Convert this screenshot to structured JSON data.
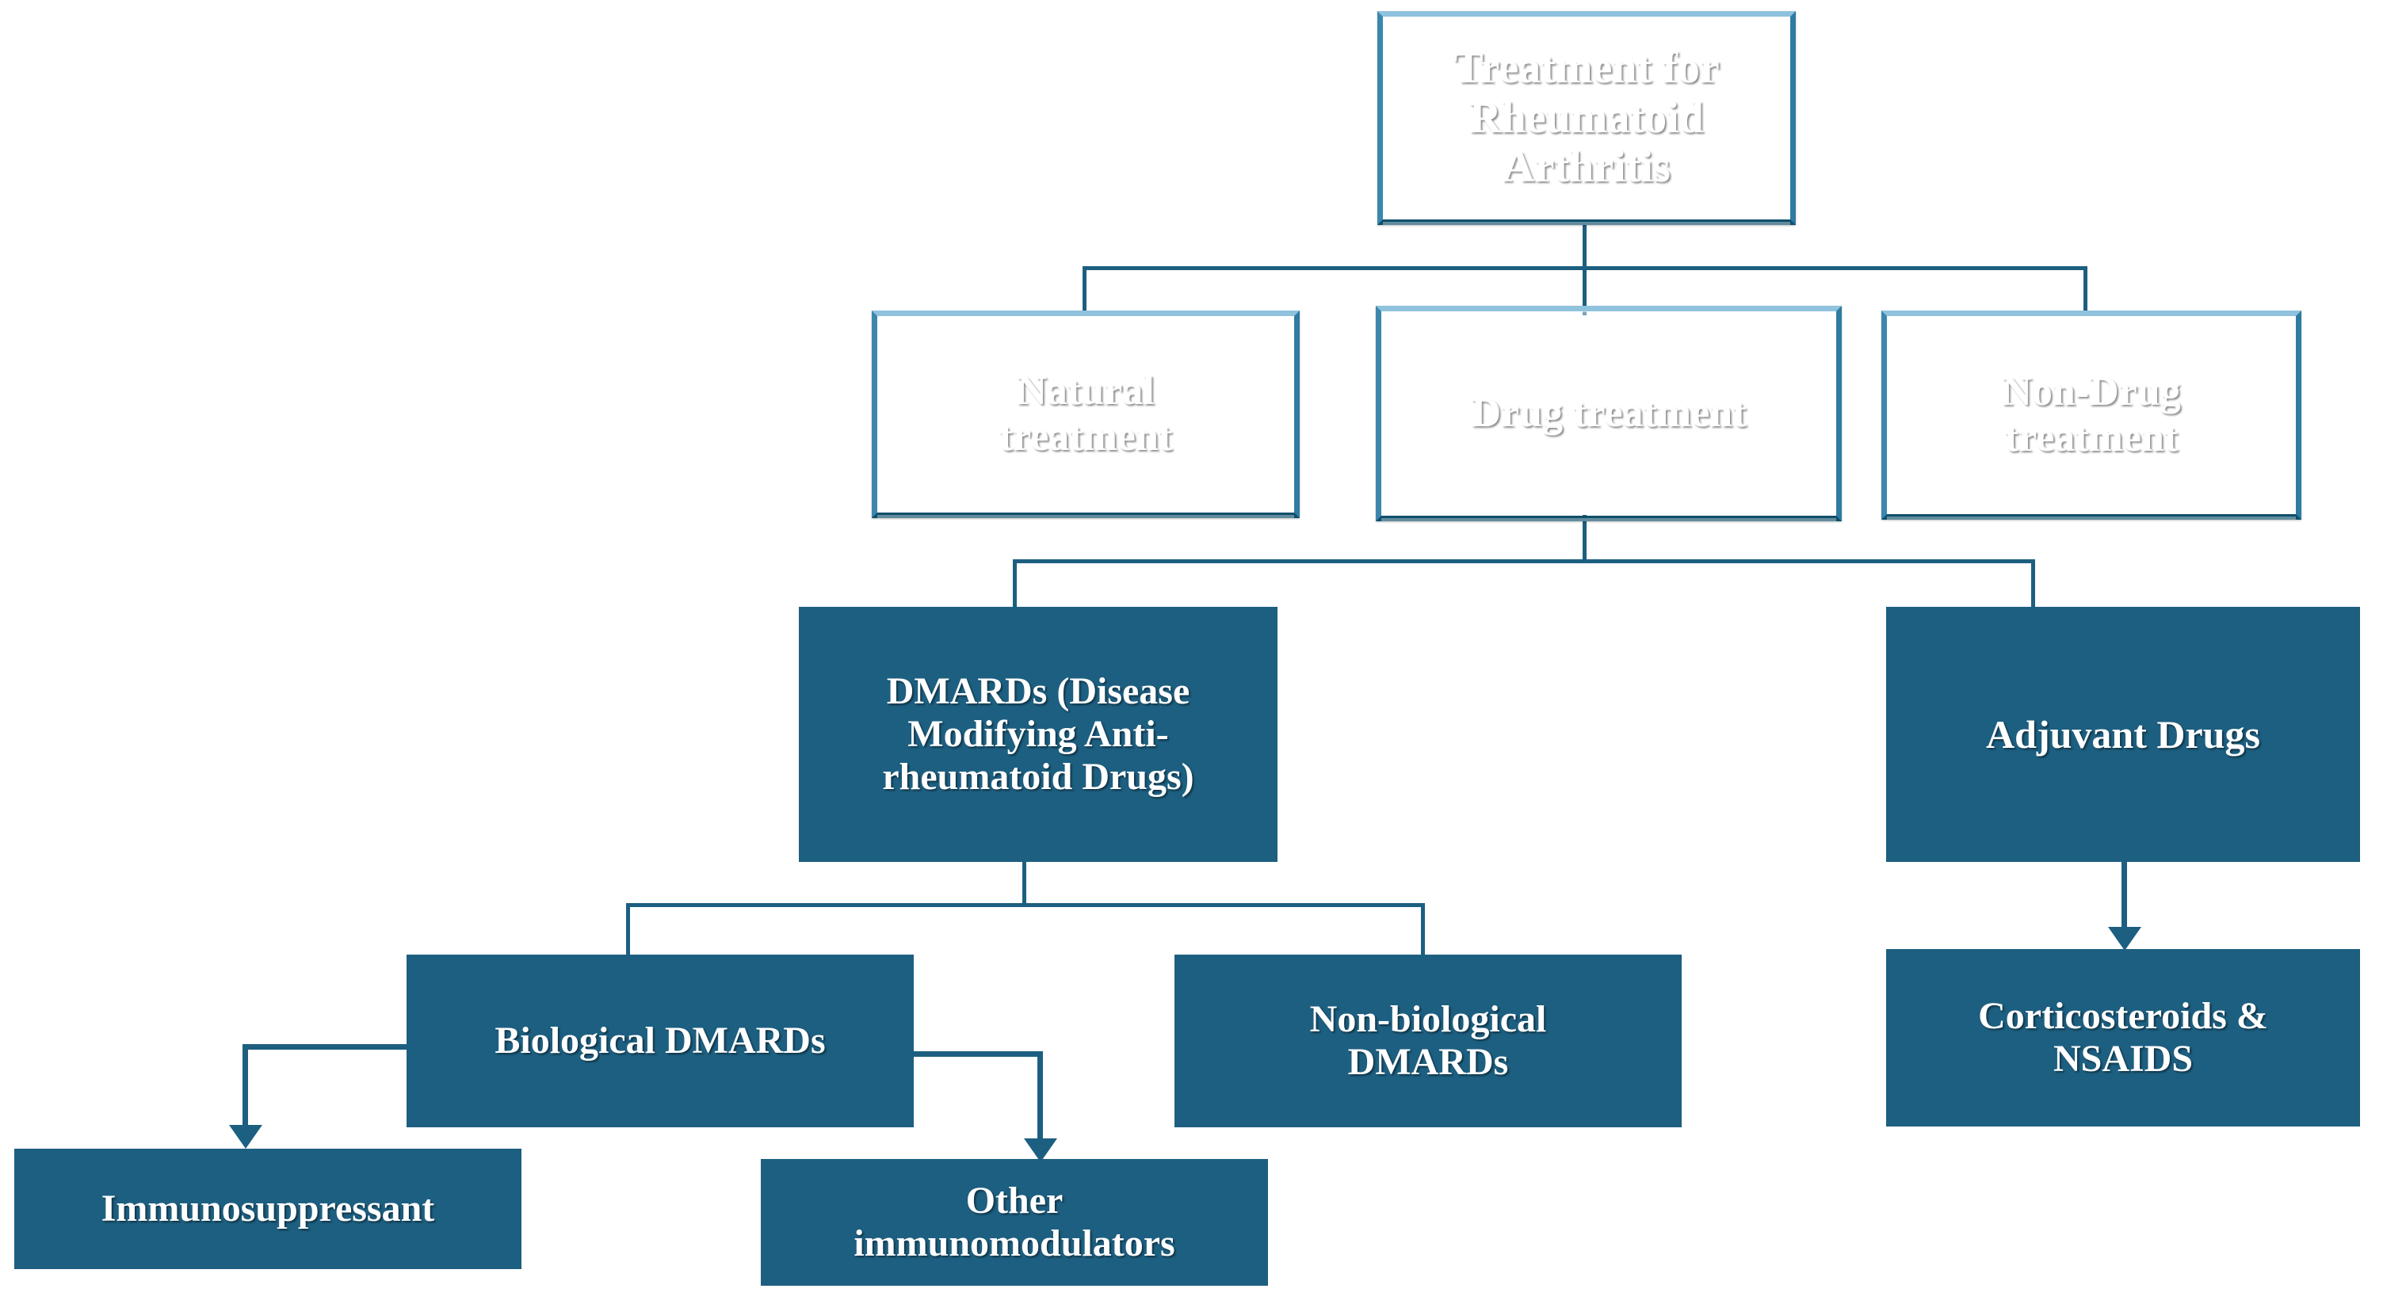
{
  "diagram": {
    "title": "Treatment for Rheumatoid Arthritis flowchart",
    "colors": {
      "box_fill": "#1d5f80",
      "box_bevel_light": "#8fc2dd",
      "box_bevel_dark": "#0e4f6b",
      "connector": "#1d5f80",
      "text": "#ffffff",
      "background": "#ffffff"
    },
    "nodes": {
      "root": {
        "label": "Treatment for\nRheumatoid\nArthritis"
      },
      "natural_treatment": {
        "label": "Natural\ntreatment"
      },
      "drug_treatment": {
        "label": "Drug treatment"
      },
      "non_drug_treatment": {
        "label": "Non-Drug\ntreatment"
      },
      "dmards": {
        "label": "DMARDs (Disease\nModifying Anti-\nrheumatoid Drugs)"
      },
      "adjuvant_drugs": {
        "label": "Adjuvant Drugs"
      },
      "biological_dmards": {
        "label": "Biological DMARDs"
      },
      "non_biological_dmards": {
        "label": "Non-biological\nDMARDs"
      },
      "corticosteroids_nsaids": {
        "label": "Corticosteroids &\nNSAIDS"
      },
      "immunosuppressant": {
        "label": "Immunosuppressant"
      },
      "other_immunomodulators": {
        "label": "Other\nimmunomodulators"
      }
    },
    "edges": [
      {
        "from": "root",
        "to": "natural_treatment",
        "arrow": false
      },
      {
        "from": "root",
        "to": "drug_treatment",
        "arrow": false
      },
      {
        "from": "root",
        "to": "non_drug_treatment",
        "arrow": false
      },
      {
        "from": "drug_treatment",
        "to": "dmards",
        "arrow": false
      },
      {
        "from": "drug_treatment",
        "to": "adjuvant_drugs",
        "arrow": false
      },
      {
        "from": "dmards",
        "to": "biological_dmards",
        "arrow": false
      },
      {
        "from": "dmards",
        "to": "non_biological_dmards",
        "arrow": false
      },
      {
        "from": "adjuvant_drugs",
        "to": "corticosteroids_nsaids",
        "arrow": true
      },
      {
        "from": "biological_dmards",
        "to": "immunosuppressant",
        "arrow": true
      },
      {
        "from": "biological_dmards",
        "to": "other_immunomodulators",
        "arrow": true
      }
    ]
  }
}
